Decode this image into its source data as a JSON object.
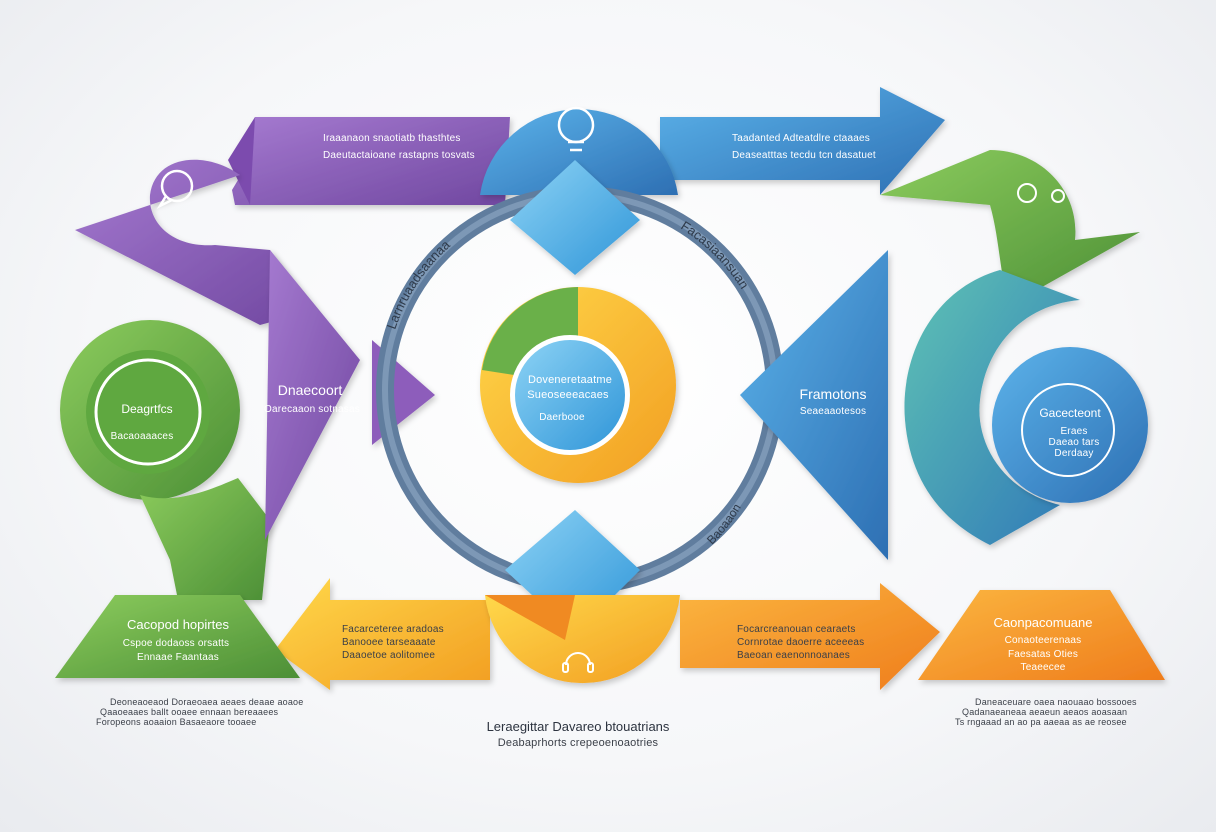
{
  "diagram": {
    "colors": {
      "purple": "#8a5cb8",
      "blue": "#3a8fd0",
      "light_blue": "#4aaee6",
      "green": "#6bb04a",
      "orange": "#f2a022",
      "yellow": "#f5c22a",
      "ring": "#5f7fa3"
    },
    "icons": [
      "chat-icon",
      "lightbulb-icon",
      "recycle-icon",
      "headphones-icon"
    ],
    "top_left_arrow": {
      "line1": "Iraaanaon snaotiatb thasthtes",
      "line2": "Daeutactaioane rastapns tosvats"
    },
    "top_right_arrow": {
      "line1": "Taadanted Adteatdlre ctaaaes",
      "line2": "Deaseatttas tecdu tcn dasatuet"
    },
    "left_purple_triangle": {
      "title": "Dnaecoort",
      "subtitle": "Oarecaaon sotnasas"
    },
    "left_green_circle": {
      "title": "Deagrtfcs",
      "subtitle": "Bacaoaaaces"
    },
    "right_blue_triangle": {
      "title": "Framotons",
      "subtitle": "Seaeaaotesos"
    },
    "right_blue_circle": {
      "title": "Gacecteont",
      "line2": "Eraes",
      "line3": "Daeao tars",
      "line4": "Derdaay"
    },
    "ring_text": {
      "top_left": "Larnruaadsaanaa",
      "top_right": "Facasiaansuan",
      "bottom_right": "Baoaaon"
    },
    "center_circle": {
      "line1": "Doveneretaatme",
      "line2": "Sueoseeeacaes",
      "line3": "Daerbooe"
    },
    "bottom_left_trapezoid": {
      "title": "Cacopod hopirtes",
      "line1": "Cspoe dodaoss orsatts",
      "line2": "Ennaae Faantaas"
    },
    "bottom_left_arrow": {
      "line1": "Facarceteree aradoas",
      "line2": "Banooee tarseaaate",
      "line3": "Daaoetoe aolitomee"
    },
    "bottom_right_arrow": {
      "line1": "Focarcreanouan cearaets",
      "line2": "Cornrotae daoerre aceeeas",
      "line3": "Baeoan eaenonnoanaes"
    },
    "bottom_right_trapezoid": {
      "title": "Caonpacomuane",
      "line1": "Conaoteerenaas",
      "line2": "Faesatas Oties",
      "line3": "Teaeecee"
    },
    "footnote_left": {
      "line1": "Deoneaoeaod Doraeoaea aeaes deaae aoaoe",
      "line2": "Qaaoeaaes ballt ooaee ennaan bereaaees",
      "line3": "Foropeons aoaaion Basaeaore tooaee"
    },
    "footnote_right": {
      "line1": "Daneaceuare oaea naouaao bossooes",
      "line2": "Qadanaeaneaa aeaeun aeaos aoasaan",
      "line3": "Ts rngaaad an ao pa aaeaa as ae reosee"
    },
    "footer": {
      "line1": "Leraegittar Davareo btouatrians",
      "line2": "Deabaprhorts crepeoenoaotries"
    }
  }
}
